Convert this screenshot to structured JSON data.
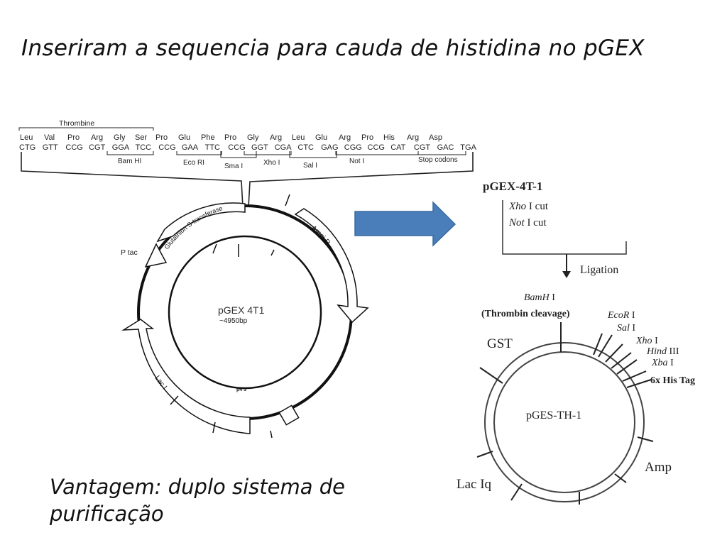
{
  "slide": {
    "title": "Inseriram a sequencia para cauda de histidina no pGEX",
    "footer_line1": "Vantagem: duplo sistema de",
    "footer_line2": "purificação"
  },
  "pgex_map": {
    "thrombine_label": "Thrombine",
    "amino_acids": [
      "Leu",
      "Val",
      "Pro",
      "Arg",
      "Gly",
      "Ser",
      "Pro",
      "Glu",
      "Phe",
      "Pro",
      "Gly",
      "Arg",
      "Leu",
      "Glu",
      "Arg",
      "Pro",
      "His",
      "Arg",
      "Asp"
    ],
    "codons": [
      "CTG",
      "GTT",
      "CCG",
      "CGT",
      "GGA",
      "TCC",
      "CCG",
      "GAA",
      "TTC",
      "CCG",
      "GGT",
      "CGA",
      "CTC",
      "GAG",
      "CGG",
      "CCG",
      "CAT",
      "CGT",
      "GAC",
      "TGA"
    ],
    "sites": {
      "bamhi": "Bam HI",
      "ecori": "Eco RI",
      "smai": "Sma I",
      "xhoi": "Xho I",
      "sali": "Sal I",
      "noti": "Not I",
      "stop": "Stop codons"
    },
    "name": "pGEX 4T1",
    "size": "~4950bp",
    "gst": "Glutathion S-transferase",
    "amp": "Ampi R",
    "ptac": "P tac",
    "laci": "Lac I",
    "ori": "p4 5"
  },
  "arrow_color": "#4a7ebb",
  "protocol": {
    "vector": "pGEX-4T-1",
    "cut1_enzyme": "Xho",
    "cut1_rest": " I cut",
    "cut2_enzyme": "Not",
    "cut2_rest": " I cut",
    "ligation": "Ligation"
  },
  "pges_map": {
    "name": "pGES-TH-1",
    "bamhi_enzyme": "BamH",
    "bamhi_rest": " I",
    "thrombin": "(Thrombin cleavage)",
    "ecori_enzyme": "EcoR",
    "ecori_rest": " I",
    "sali_enzyme": "Sal",
    "sali_rest": " I",
    "xhoi_enzyme": "Xho",
    "xhoi_rest": " I",
    "hindiii_enzyme": "Hind",
    "hindiii_rest": " III",
    "xbai_enzyme": "Xba",
    "xbai_rest": " I",
    "histag": "6x His Tag",
    "gst": "GST",
    "amp": "Amp",
    "laciq": "Lac Iq"
  }
}
